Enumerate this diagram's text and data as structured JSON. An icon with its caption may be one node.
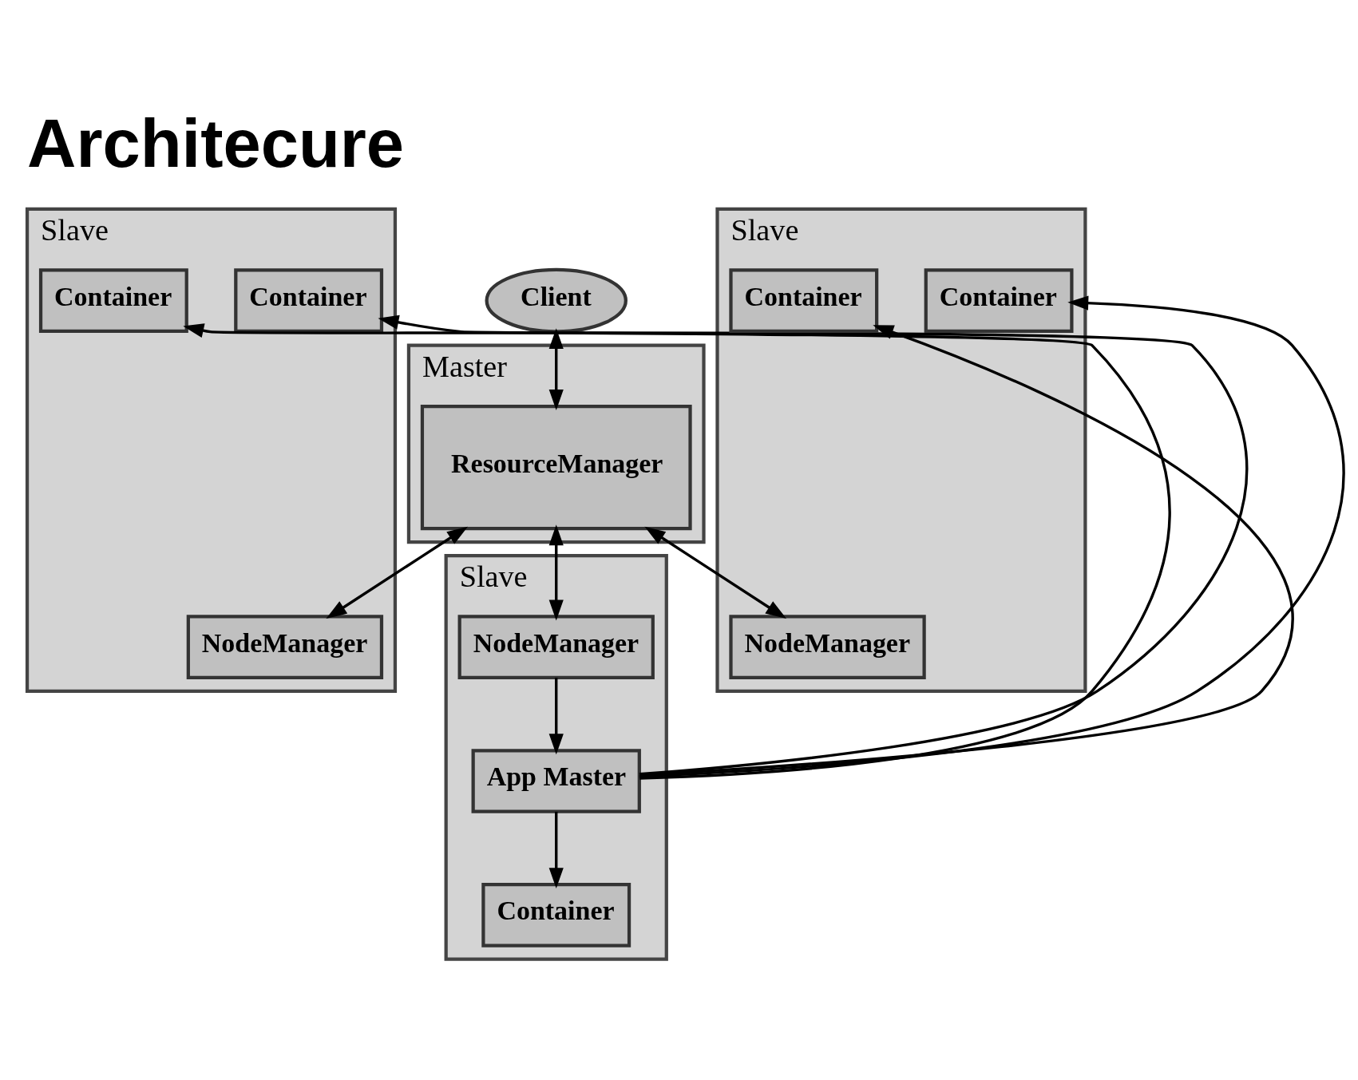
{
  "diagram": {
    "title": "Architecure",
    "nodes": [
      {
        "text": [
          "Client"
        ]
      },
      {
        "text": [
          "Master"
        ]
      },
      {
        "text": [
          "ResourceManager"
        ],
        "in": 1
      },
      {
        "text": [
          "Slave"
        ]
      },
      {
        "text": [
          "NodeManager"
        ],
        "in": 3
      },
      {
        "text": [
          "App Master"
        ],
        "in": 3
      },
      {
        "text": [
          "Container"
        ],
        "in": 3
      },
      {
        "text": [
          "Slave"
        ]
      },
      {
        "text": [
          "NodeManager"
        ],
        "in": 7
      },
      {
        "text": [
          "Container"
        ],
        "in": 7
      },
      {
        "text": [
          "Container"
        ],
        "in": 7
      },
      {
        "text": [
          "Slave"
        ]
      },
      {
        "text": [
          "NodeManager"
        ],
        "in": 11
      },
      {
        "text": [
          "Container"
        ],
        "in": 11
      },
      {
        "text": [
          "Container"
        ],
        "in": 11
      }
    ],
    "edges": [
      {
        "from": 0,
        "to": 2,
        "arrow": "both"
      },
      {
        "from": 2,
        "to": 4,
        "arrow": "both"
      },
      {
        "from": 2,
        "to": 8,
        "arrow": "both"
      },
      {
        "from": 2,
        "to": 12,
        "arrow": "both"
      },
      {
        "from": 4,
        "to": 5,
        "arrow": "to"
      },
      {
        "from": 5,
        "to": 6,
        "arrow": "to"
      },
      {
        "from": 5,
        "to": 9,
        "arrow": "to"
      },
      {
        "from": 5,
        "to": 10,
        "arrow": "to"
      },
      {
        "from": 5,
        "to": 13,
        "arrow": "to"
      },
      {
        "from": 5,
        "to": 14,
        "arrow": "to"
      }
    ]
  }
}
